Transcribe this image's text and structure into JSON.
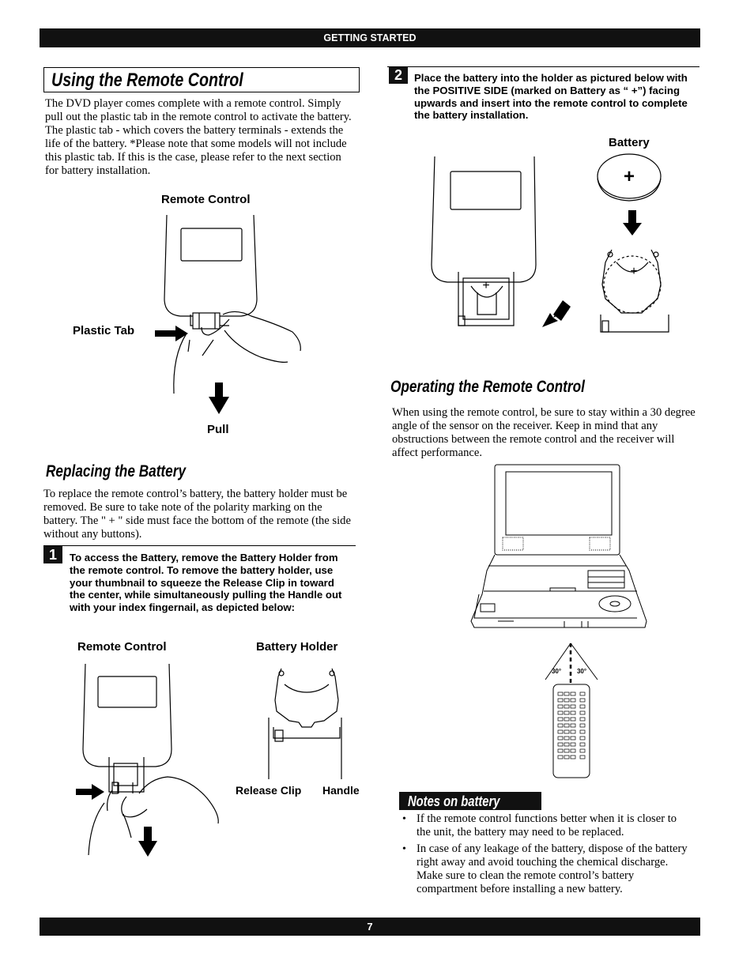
{
  "header": {
    "section": "GETTING STARTED"
  },
  "using": {
    "title": "Using the Remote Control",
    "body": "The DVD player comes complete with a remote control. Simply pull out the plastic tab in the remote control to activate the battery. The plastic tab - which covers the battery terminals - extends the life of the battery. *Please note that some models will not include this plastic tab. If this is the case, please refer to the next section for battery installation.",
    "figure": {
      "remote_label": "Remote Control",
      "tab_label": "Plastic Tab",
      "pull_label": "Pull"
    }
  },
  "replacing": {
    "title": "Replacing the Battery",
    "body": "To replace the remote control’s battery, the battery holder must be removed. Be sure to take note of the polarity marking on the battery. The \" + \" side must face the bottom of the remote (the side without any buttons).",
    "step1": {
      "number": "1",
      "text": "To access the Battery, remove the Battery Holder from the remote control. To remove the battery holder, use your thumbnail to squeeze the Release Clip in toward the center, while simultaneously pulling the Handle out with your index fingernail, as depicted below:"
    },
    "figure": {
      "remote_label": "Remote Control",
      "holder_label": "Battery Holder",
      "clip_label": "Release Clip",
      "handle_label": "Handle"
    }
  },
  "step2": {
    "number": "2",
    "text": "Place the battery into the holder as pictured below with the POSITIVE SIDE (marked on Battery as “ +”) facing upwards and insert into the remote control to complete the battery installation.",
    "battery_label": "Battery",
    "plus_sign": "+"
  },
  "operating": {
    "title": "Operating the Remote Control",
    "body": "When using the remote control, be sure to stay within a 30 degree angle of the sensor on the receiver. Keep in mind that any obstructions between the remote control and the receiver will affect performance.",
    "angle_left": "30°",
    "angle_right": "30°"
  },
  "notes": {
    "title": "Notes on battery",
    "items": [
      "If the remote control functions better when it is closer to the unit, the battery may need to be replaced.",
      "In case of any leakage of the battery, dispose of the battery right away and avoid touching the chemical discharge. Make sure to clean the remote control’s battery compartment before installing a new battery."
    ]
  },
  "footer": {
    "page_number": "7"
  }
}
